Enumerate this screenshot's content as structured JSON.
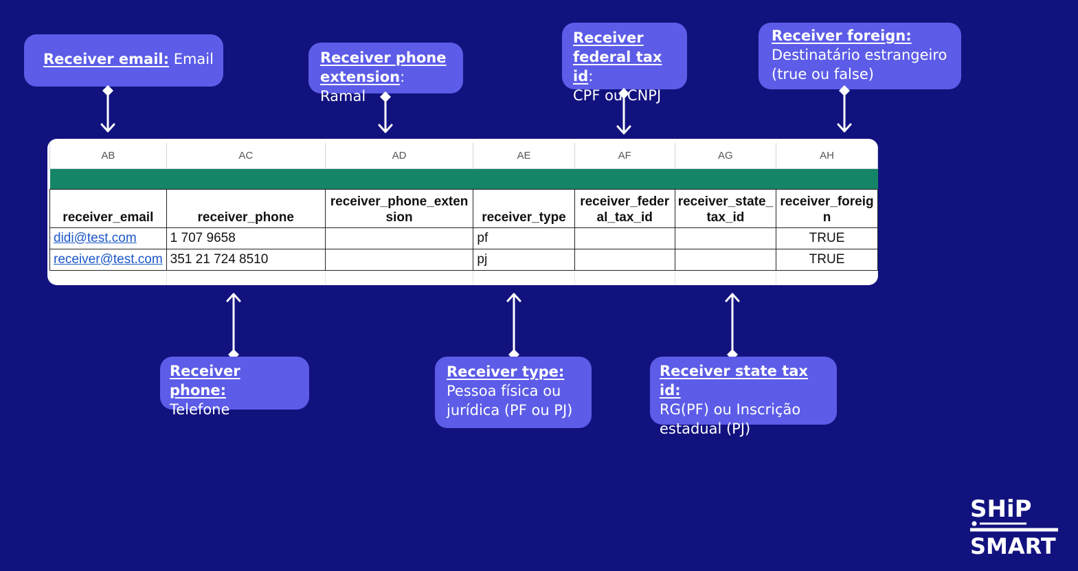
{
  "callouts": {
    "email": {
      "title": "Receiver email:",
      "text": "Email"
    },
    "phone_extension": {
      "title_line1": "Receiver phone",
      "title_line2": "extension",
      "text": ": Ramal"
    },
    "federal_tax_id": {
      "title_line1": "Receiver",
      "title_line2": "federal tax id",
      "colon": ":",
      "text": "CPF ou CNPJ"
    },
    "foreign": {
      "title": "Receiver foreign:",
      "text_line1": "Destinatário estrangeiro",
      "text_line2": "(true ou false)"
    },
    "phone": {
      "title": "Receiver phone:",
      "text": "Telefone"
    },
    "type": {
      "title": "Receiver type:",
      "text_line1": "Pessoa física ou",
      "text_line2": "jurídica (PF ou PJ)"
    },
    "state_tax_id": {
      "title": "Receiver state tax id:",
      "text_line1": "RG(PF) ou Inscrição",
      "text_line2": "estadual (PJ)"
    }
  },
  "sheet": {
    "column_letters": [
      "AB",
      "AC",
      "AD",
      "AE",
      "AF",
      "AG",
      "AH"
    ],
    "headers": [
      "receiver_email",
      "receiver_phone",
      "receiver_phone_extension",
      "receiver_type",
      "receiver_federal_tax_id",
      "receiver_state_tax_id",
      "receiver_foreign"
    ],
    "rows": [
      [
        "didi@test.com",
        "1 707 9658",
        "",
        "pf",
        "",
        "",
        "TRUE"
      ],
      [
        "receiver@test.com",
        "351 21 724 8510",
        "",
        "pj",
        "",
        "",
        "TRUE"
      ]
    ],
    "header_band_color": "#148667"
  },
  "logo": {
    "line1": "SHiP",
    "line2": "SMART"
  },
  "colors": {
    "background": "#12127f",
    "callout": "#5c5ce8"
  }
}
